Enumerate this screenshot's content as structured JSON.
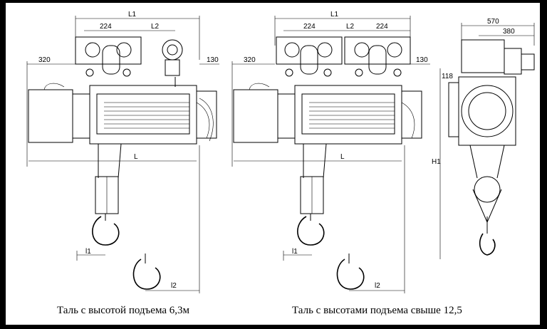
{
  "captions": {
    "left": "Таль с высотой подъема 6,3м",
    "right": "Таль с высотами подъема свыше 12,5"
  },
  "dimensions": {
    "L1": "L1",
    "L2": "L2",
    "L": "L",
    "l1": "l1",
    "l2": "l2",
    "H1": "H1",
    "d224": "224",
    "d320": "320",
    "d130": "130",
    "d570": "570",
    "d380": "380",
    "d118": "118"
  },
  "colors": {
    "frame": "#000000",
    "sheet": "#ffffff",
    "ink": "#000000"
  }
}
